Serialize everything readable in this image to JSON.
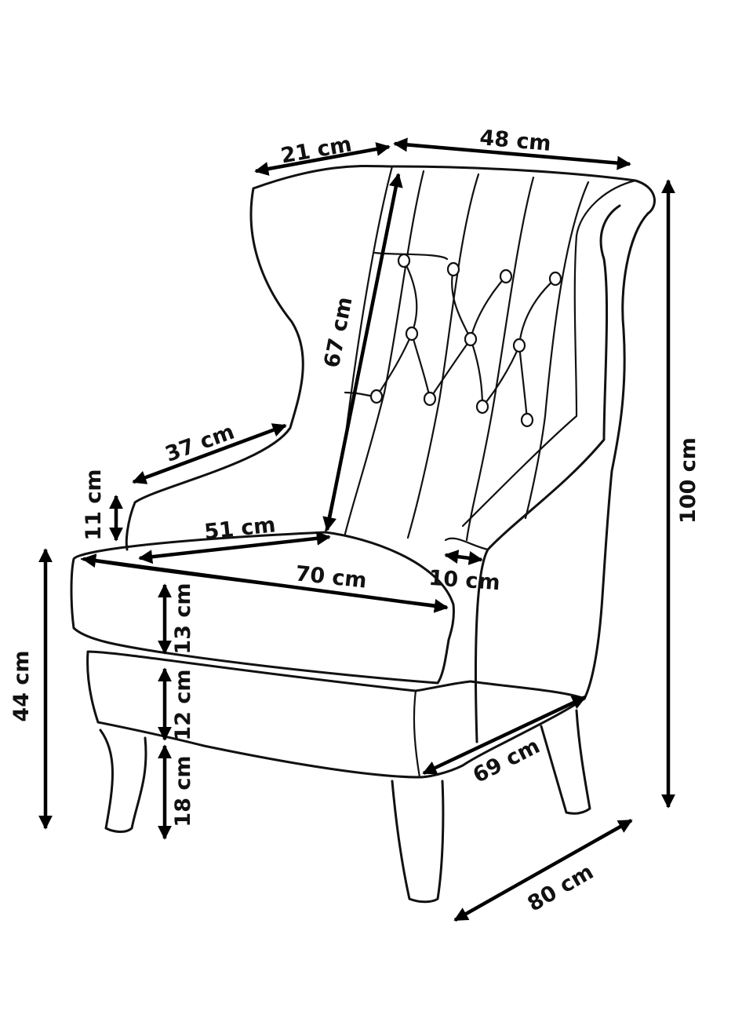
{
  "diagram": {
    "subject": "wingback-armchair",
    "colors": {
      "line": "#111111",
      "background": "#ffffff"
    },
    "dimensions": {
      "wing_depth": "21 cm",
      "back_width": "48 cm",
      "overall_height": "100 cm",
      "backrest_height": "67 cm",
      "armrest_length": "37 cm",
      "armrest_height": "11 cm",
      "seat_depth": "51 cm",
      "seat_width": "70 cm",
      "arm_width": "10 cm",
      "seat_height": "44 cm",
      "cushion_thickness": "13 cm",
      "base_height": "12 cm",
      "leg_height": "18 cm",
      "frame_depth": "69 cm",
      "overall_depth": "80 cm"
    }
  }
}
